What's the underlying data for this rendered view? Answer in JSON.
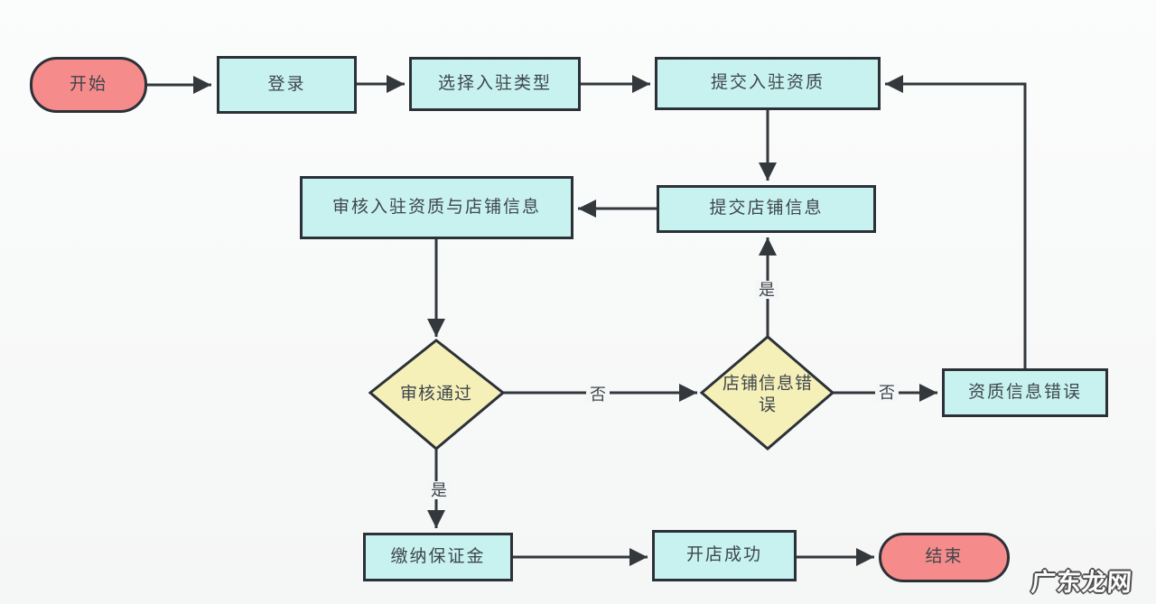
{
  "colors": {
    "process_fill": "#c8f2f0",
    "terminal_fill": "#f68b8b",
    "decision_fill": "#f5efb8",
    "stroke": "#2b3137",
    "line": "#33383d",
    "text": "#3e464c"
  },
  "nodes": {
    "start": {
      "label": "开始",
      "type": "terminal"
    },
    "login": {
      "label": "登录",
      "type": "process"
    },
    "select_type": {
      "label": "选择入驻类型",
      "type": "process"
    },
    "submit_qualification": {
      "label": "提交入驻资质",
      "type": "process"
    },
    "review": {
      "label": "审核入驻资质与店铺信息",
      "type": "process"
    },
    "submit_store_info": {
      "label": "提交店铺信息",
      "type": "process"
    },
    "review_pass": {
      "label": "审核通过",
      "type": "decision"
    },
    "store_info_error": {
      "label": "店铺信息错误",
      "type": "decision"
    },
    "qualification_error": {
      "label": "资质信息错误",
      "type": "process"
    },
    "pay_deposit": {
      "label": "缴纳保证金",
      "type": "process"
    },
    "open_success": {
      "label": "开店成功",
      "type": "process"
    },
    "end": {
      "label": "结束",
      "type": "terminal"
    }
  },
  "edge_labels": {
    "review_pass_no": "否",
    "review_pass_yes": "是",
    "store_error_yes": "是",
    "store_error_no": "否"
  },
  "watermark": "广东龙网"
}
